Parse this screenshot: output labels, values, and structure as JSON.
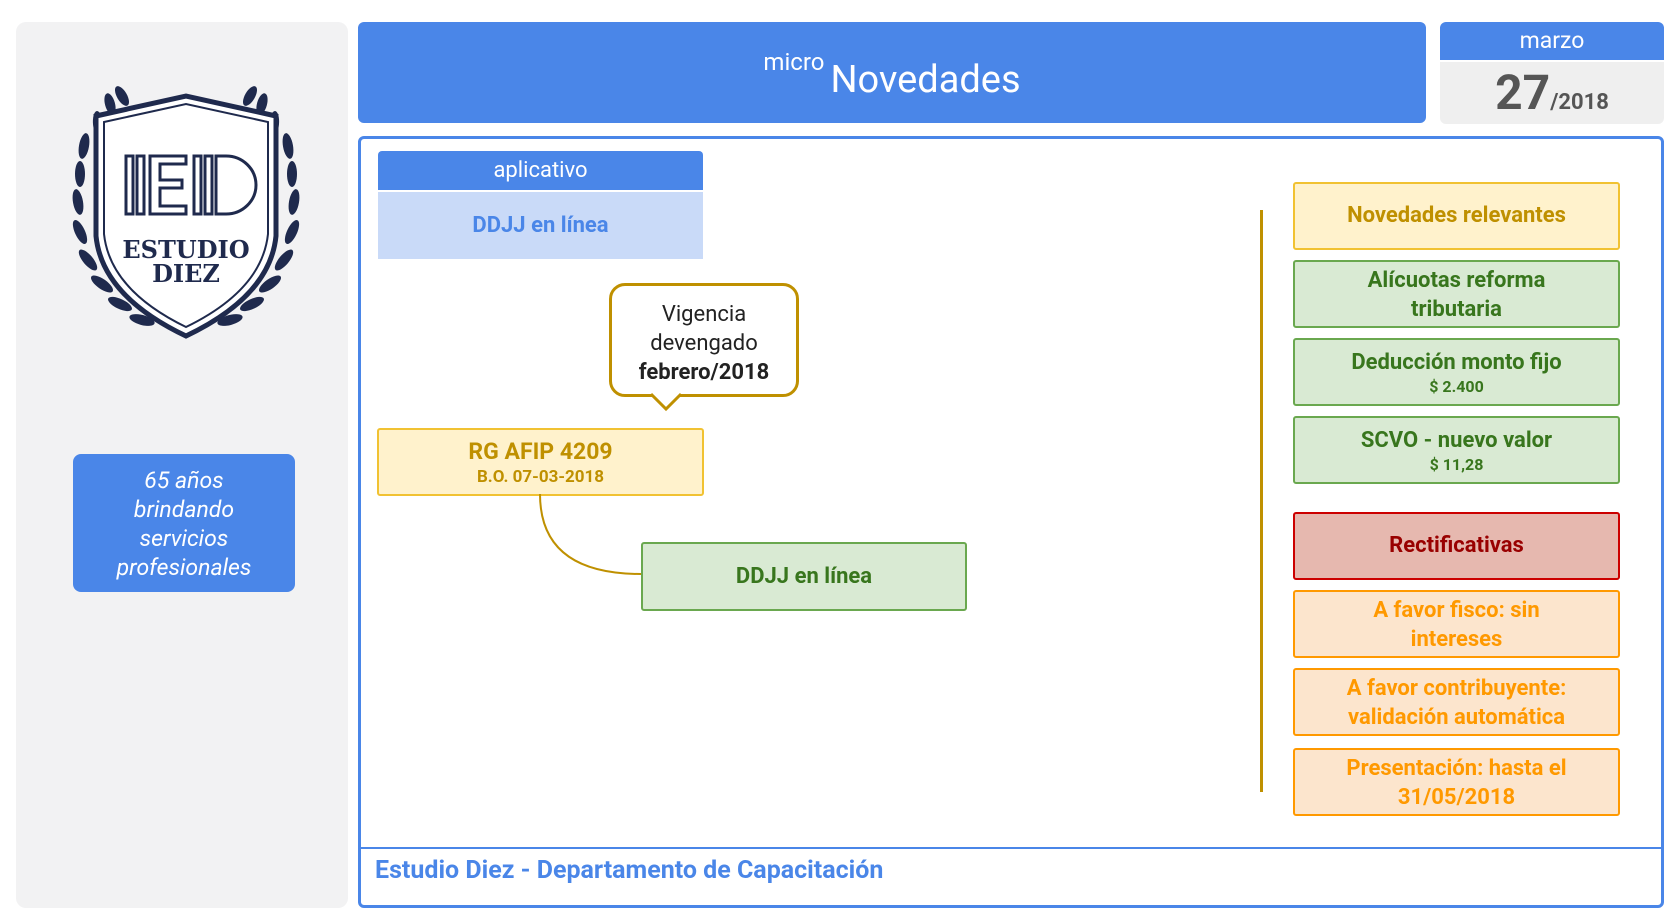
{
  "header": {
    "title_prefix": "micro",
    "title": "Novedades"
  },
  "date": {
    "month": "marzo",
    "day": "27",
    "year": "/2018"
  },
  "sidebar": {
    "logo_text_line1": "ESTUDIO",
    "logo_text_line2": "DIEZ",
    "tagline": [
      "65 años",
      "brindando",
      "servicios",
      "profesionales"
    ]
  },
  "left": {
    "app_label": "aplicativo",
    "app_value": "DDJJ en línea",
    "callout": {
      "line1": "Vigencia",
      "line2": "devengado",
      "line3": "febrero/2018"
    },
    "rg": {
      "title": "RG AFIP 4209",
      "subtitle": "B.O. 07-03-2018"
    },
    "ddjj_result": "DDJJ en línea"
  },
  "right": {
    "relevantes_title": "Novedades relevantes",
    "green_items": [
      {
        "lines": [
          "Alícuotas reforma",
          "tributaria"
        ],
        "sub": ""
      },
      {
        "lines": [
          "Deducción monto fijo"
        ],
        "sub": "$ 2.400"
      },
      {
        "lines": [
          "SCVO - nuevo valor"
        ],
        "sub": "$ 11,28"
      }
    ],
    "rectificativas_title": "Rectificativas",
    "orange_items": [
      [
        "A favor fisco: sin",
        "intereses"
      ],
      [
        "A favor contribuyente:",
        "validación automática"
      ],
      [
        "Presentación: hasta el",
        "31/05/2018"
      ]
    ]
  },
  "footer": {
    "text": "Estudio Diez - Departamento de Capacitación"
  },
  "colors": {
    "blue": "#4a86e8",
    "gold": "#bf9000",
    "green": "#38761d",
    "red": "#990000",
    "orange": "#ff9900",
    "navy": "#1f2a4d"
  }
}
